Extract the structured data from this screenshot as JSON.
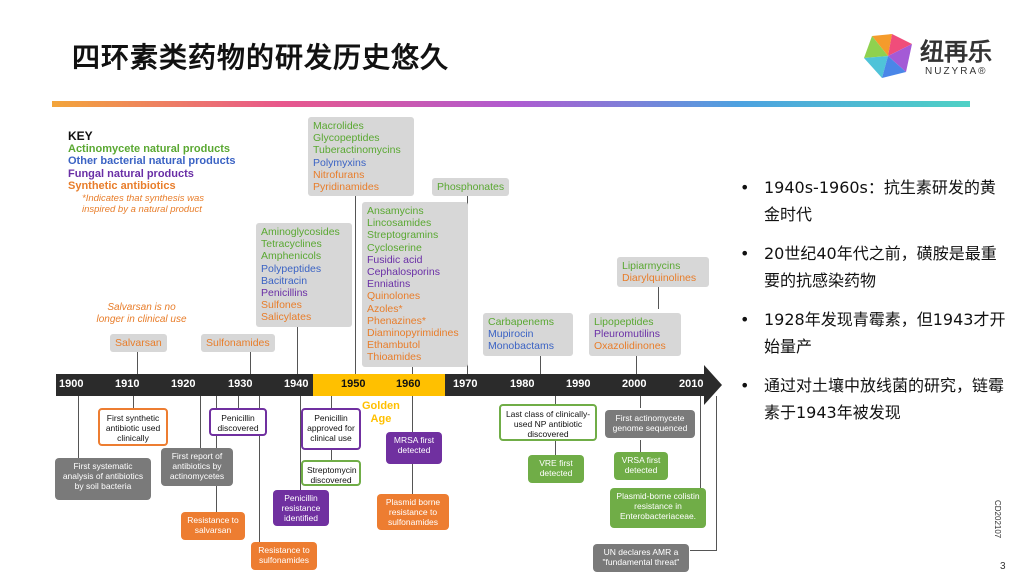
{
  "title": "四环素类药物的研发历史悠久",
  "logo": {
    "text": "纽再乐",
    "sub": "NUZYRA®"
  },
  "key": {
    "title": "KEY",
    "items": [
      "Actinomycete natural products",
      "Other bacterial natural products",
      "Fungal natural products",
      "Synthetic antibiotics"
    ],
    "note": [
      "*Indicates that synthesis was",
      "inspired by a natural product"
    ]
  },
  "salvarsan_note": [
    "Salvarsan is no",
    "longer in clinical use"
  ],
  "classes": {
    "salvarsan": "Salvarsan",
    "sulfonamides": "Sulfonamides",
    "c1950": [
      "Aminoglycosides",
      "Tetracyclines",
      "Amphenicols",
      "Polypeptides",
      "Bacitracin",
      "Penicillins",
      "Sulfones",
      "Salicylates"
    ],
    "c1960top": [
      "Macrolides",
      "Glycopeptides",
      "Tuberactinomycins",
      "Polymyxins",
      "Nitrofurans",
      "Pyridinamides"
    ],
    "c1960mid": [
      "Ansamycins",
      "Lincosamides",
      "Streptogramins",
      "Cycloserine",
      "Fusidic acid",
      "Cephalosporins",
      "Enniatins",
      "Quinolones",
      "Azoles*",
      "Phenazines*",
      "Diaminopyrimidines",
      "Ethambutol",
      "Thioamides"
    ],
    "phosphonates": "Phosphonates",
    "c1980": [
      "Carbapenems",
      "Mupirocin",
      "Monobactams"
    ],
    "c2000": [
      "Lipopeptides",
      "Pleuromutilins",
      "Oxazolidinones"
    ],
    "c2010": [
      "Lipiarmycins",
      "Diarylquinolines"
    ]
  },
  "years": [
    "1900",
    "1910",
    "1920",
    "1930",
    "1940",
    "1950",
    "1960",
    "1970",
    "1980",
    "1990",
    "2000",
    "2010"
  ],
  "golden_age": [
    "Golden",
    "Age"
  ],
  "events": {
    "first_systematic": "First systematic analysis of antibiotics by soil bacteria",
    "first_synthetic": "First synthetic antibiotic used clinically",
    "first_report": "First report of antibiotics by actinomycetes",
    "resist_salvarsan": "Resistance to salvarsan",
    "penicillin_disc": "Penicillin discovered",
    "resist_sulfon": "Resistance to sulfonamides",
    "penicillin_approved": "Penicillin approved for clinical use",
    "strepto_disc": "Streptomycin discovered",
    "penicillin_resist": "Penicillin resistance identified",
    "mrsa": "MRSA first detected",
    "plasmid_sulfon": "Plasmid borne resistance to sulfonamides",
    "last_class": "Last class of clinically-used NP antibiotic discovered",
    "vre": "VRE first detected",
    "first_actino_genome": "First actinomycete genome sequenced",
    "vrsa": "VRSA first detected",
    "plasmid_colistin": "Plasmid-borne colistin resistance in Enterobacteriaceae.",
    "un_amr": "UN declares AMR a \"fundamental threat\""
  },
  "bullets": [
    "1940s-1960s：抗生素研发的黄金时代",
    "20世纪40年代之前，磺胺是最重要的抗感染药物",
    "1928年发现青霉素，但1943才开始量产",
    "通过对土壤中放线菌的研究，链霉素于1943年被发现"
  ],
  "side_code": "CD202107",
  "page_number": "3"
}
